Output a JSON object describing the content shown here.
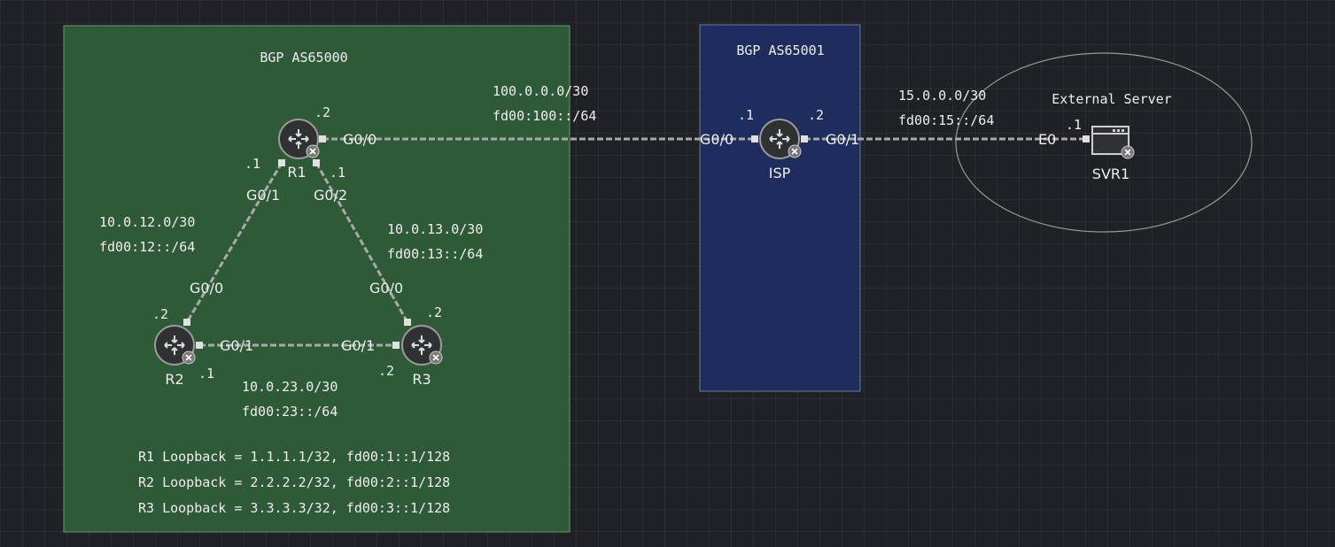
{
  "zones": {
    "as65000": {
      "label": "BGP AS65000",
      "color": "#2e5a38"
    },
    "as65001": {
      "label": "BGP AS65001",
      "color": "#1e2d5e"
    },
    "external": {
      "label": "External Server"
    }
  },
  "devices": {
    "r1": {
      "name": "R1"
    },
    "r2": {
      "name": "R2"
    },
    "r3": {
      "name": "R3"
    },
    "isp": {
      "name": "ISP"
    },
    "svr1": {
      "name": "SVR1"
    }
  },
  "links": {
    "r1_isp": {
      "v4": "100.0.0.0/30",
      "v6": "fd00:100::/64",
      "r1_port": "G0/0",
      "r1_host": ".2",
      "isp_port": "G0/0",
      "isp_host": ".1"
    },
    "isp_svr": {
      "v4": "15.0.0.0/30",
      "v6": "fd00:15::/64",
      "isp_port": "G0/1",
      "isp_host": ".2",
      "svr_port": "E0",
      "svr_host": ".1"
    },
    "r1_r2": {
      "v4": "10.0.12.0/30",
      "v6": "fd00:12::/64",
      "r1_port": "G0/1",
      "r1_host": ".1",
      "r2_port": "G0/0",
      "r2_host": ".2"
    },
    "r1_r3": {
      "v4": "10.0.13.0/30",
      "v6": "fd00:13::/64",
      "r1_port": "G0/2",
      "r1_host": ".1",
      "r3_port": "G0/0",
      "r3_host": ".2"
    },
    "r2_r3": {
      "v4": "10.0.23.0/30",
      "v6": "fd00:23::/64",
      "r2_port": "G0/1",
      "r2_host": ".1",
      "r3_port": "G0/1",
      "r3_host": ".2"
    }
  },
  "loopbacks": [
    "R1 Loopback = 1.1.1.1/32, fd00:1::1/128",
    "R2 Loopback = 2.2.2.2/32, fd00:2::1/128",
    "R3 Loopback = 3.3.3.3/32, fd00:3::1/128"
  ]
}
